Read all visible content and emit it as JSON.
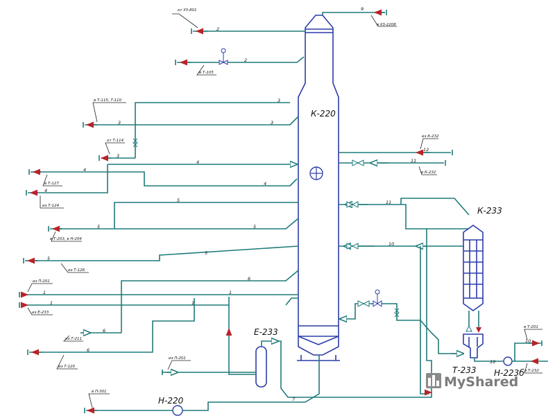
{
  "equipment": {
    "column_main": "К-220",
    "column_side": "К-233",
    "vessel": "Е-233",
    "pump_main": "Н-220",
    "pump_side": "Н-223б",
    "exchanger": "Т-233"
  },
  "labels": {
    "top_left_from": "от У3-801",
    "to_t105": "в Т-105",
    "to_t115_t110": "в Т-115, Т-110",
    "from_t114": "от Т-114",
    "to_t127": "в Т-127",
    "from_t124": "из Т-124",
    "to_t203_n204": "в Т-203, в Н-204",
    "from_t126": "из Т-126",
    "from_p201": "из П-201",
    "from_e233": "из Е-233",
    "from_t211": "из Т-211",
    "from_t120": "из Т-120",
    "from_p201b": "из П-201",
    "to_p301": "в П-301",
    "top_right_to": "в У3-2208",
    "right_from_232": "из К-232",
    "right_to_232": "в К-232",
    "lower_right_to": "в Т-201",
    "lower_right_from": "в Т-232"
  },
  "stream_numbers": {
    "n2": "2",
    "n3": "3",
    "n4": "4",
    "n5": "5",
    "n6": "6",
    "n1": "1",
    "n7": "7",
    "n9": "9",
    "n10": "10",
    "n11": "11",
    "n12": "12"
  },
  "watermark": "MyShared"
}
